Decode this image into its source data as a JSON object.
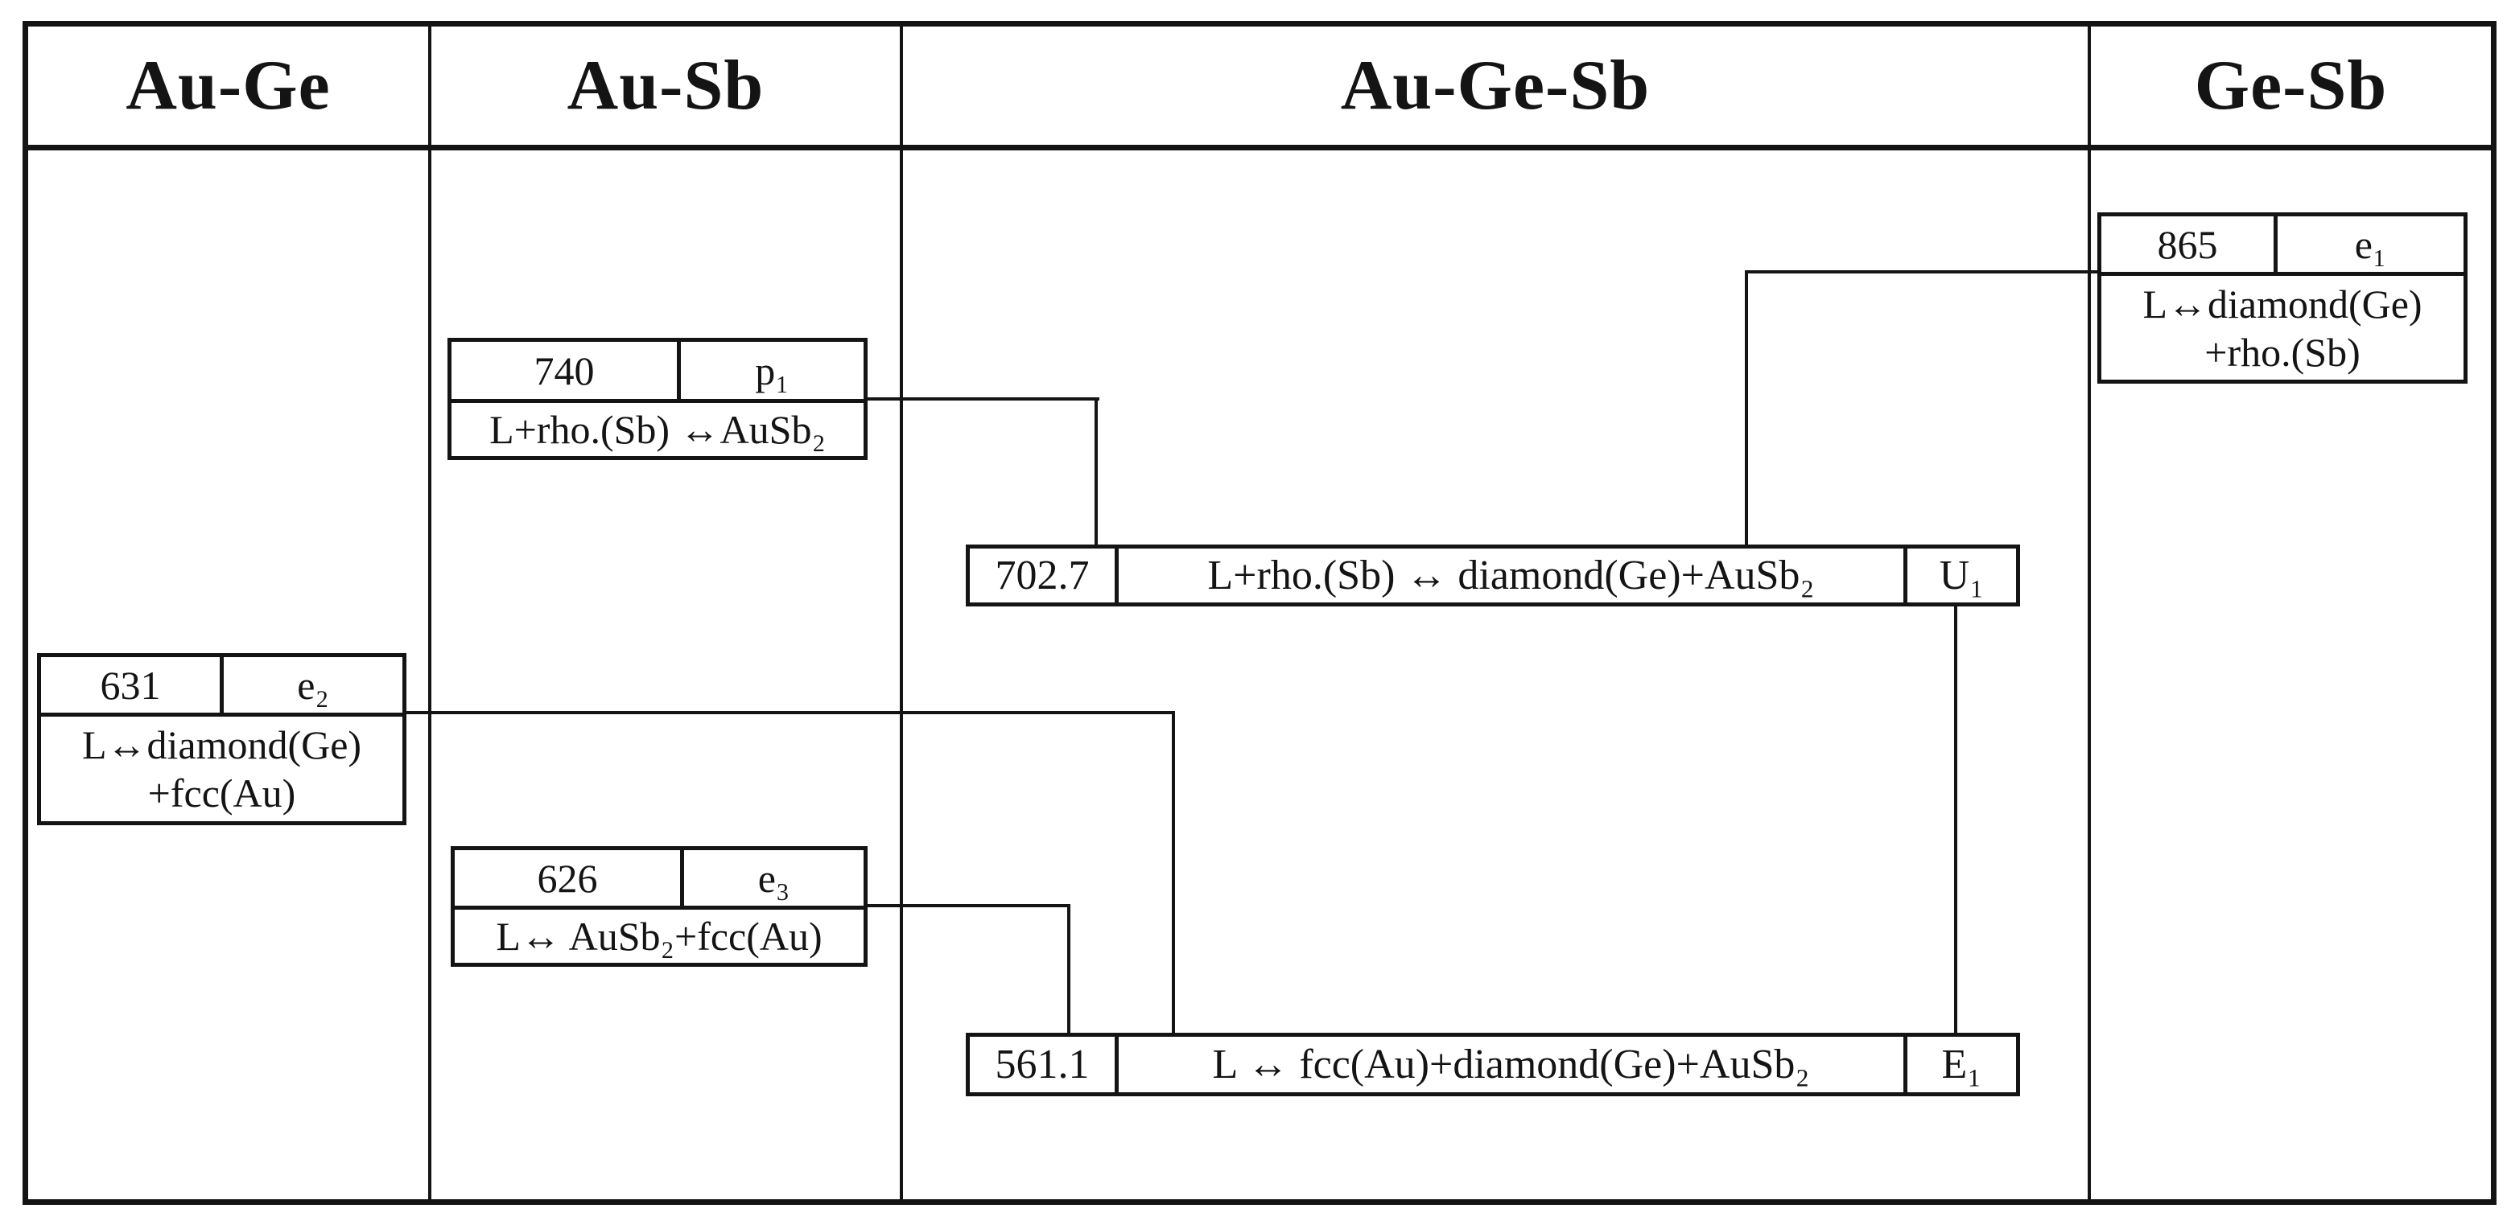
{
  "diagram": {
    "type": "reaction-scheme",
    "system": "Au-Ge-Sb",
    "colors": {
      "line": "#141414",
      "background": "#ffffff"
    }
  },
  "columns": [
    {
      "id": "au-ge",
      "label": "Au-Ge"
    },
    {
      "id": "au-sb",
      "label": "Au-Sb"
    },
    {
      "id": "au-ge-sb",
      "label": "Au-Ge-Sb"
    },
    {
      "id": "ge-sb",
      "label": "Ge-Sb"
    }
  ],
  "invariant_reactions": {
    "e1": {
      "system": "Ge-Sb",
      "temperature": "865",
      "symbol": "e₁",
      "reaction_line1": "L↔diamond(Ge)",
      "reaction_line2": "+rho.(Sb)"
    },
    "p1": {
      "system": "Au-Sb",
      "temperature": "740",
      "symbol": "p₁",
      "reaction": "L+rho.(Sb) ↔AuSb₂"
    },
    "e2": {
      "system": "Au-Ge",
      "temperature": "631",
      "symbol": "e₂",
      "reaction_line1": "L↔diamond(Ge)",
      "reaction_line2": "+fcc(Au)"
    },
    "e3": {
      "system": "Au-Sb",
      "temperature": "626",
      "symbol": "e₃",
      "reaction": "L↔ AuSb₂+fcc(Au)"
    },
    "U1": {
      "system": "Au-Ge-Sb",
      "temperature": "702.7",
      "symbol": "U₁",
      "reaction": "L+rho.(Sb) ↔ diamond(Ge)+AuSb₂"
    },
    "E1": {
      "system": "Au-Ge-Sb",
      "temperature": "561.1",
      "symbol": "E₁",
      "reaction": "L ↔ fcc(Au)+diamond(Ge)+AuSb₂"
    }
  }
}
